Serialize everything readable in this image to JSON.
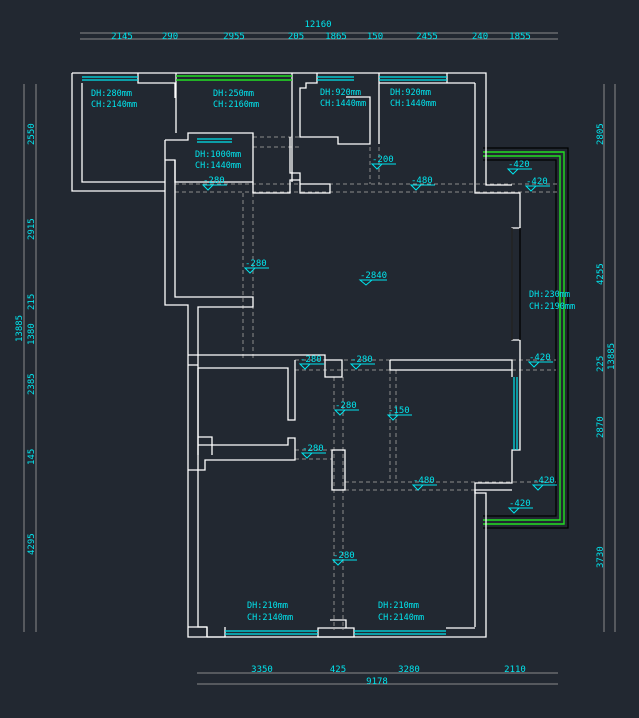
{
  "dimensions": {
    "top_total": "12160",
    "top": [
      "2145",
      "290",
      "2955",
      "205",
      "1865",
      "150",
      "2455",
      "240",
      "1855"
    ],
    "left_total": "13885",
    "left": [
      "2550",
      "2915",
      "215",
      "1380",
      "2385",
      "145",
      "4295"
    ],
    "right_total": "13885",
    "right": [
      "2805",
      "4255",
      "225",
      "2870",
      "3730"
    ],
    "bottom_total": "9178",
    "bottom": [
      "3350",
      "425",
      "3280",
      "2110"
    ]
  },
  "openings": [
    {
      "dh": "DH:280mm",
      "ch": "CH:2140mm"
    },
    {
      "dh": "DH:250mm",
      "ch": "CH:2160mm"
    },
    {
      "dh": "DH:920mm",
      "ch": "CH:1440mm"
    },
    {
      "dh": "DH:920mm",
      "ch": "CH:1440mm"
    },
    {
      "dh": "DH:1000mm",
      "ch": "CH:1440mm"
    },
    {
      "dh": "DH:230mm",
      "ch": "CH:2190mm"
    },
    {
      "dh": "DH:210mm",
      "ch": "CH:2140mm"
    },
    {
      "dh": "DH:210mm",
      "ch": "CH:2140mm"
    }
  ],
  "elevations": [
    "-280",
    "-200",
    "-480",
    "-420",
    "-420",
    "-280",
    "-2840",
    "-280",
    "-280",
    "-420",
    "-280",
    "-150",
    "-280",
    "-480",
    "-420",
    "-420",
    "-280"
  ],
  "colors": {
    "background": "#222831",
    "wall": "#ffffff",
    "window": "#00e5ee",
    "balcony": "#22e022",
    "dimension": "#8a8a8a"
  }
}
